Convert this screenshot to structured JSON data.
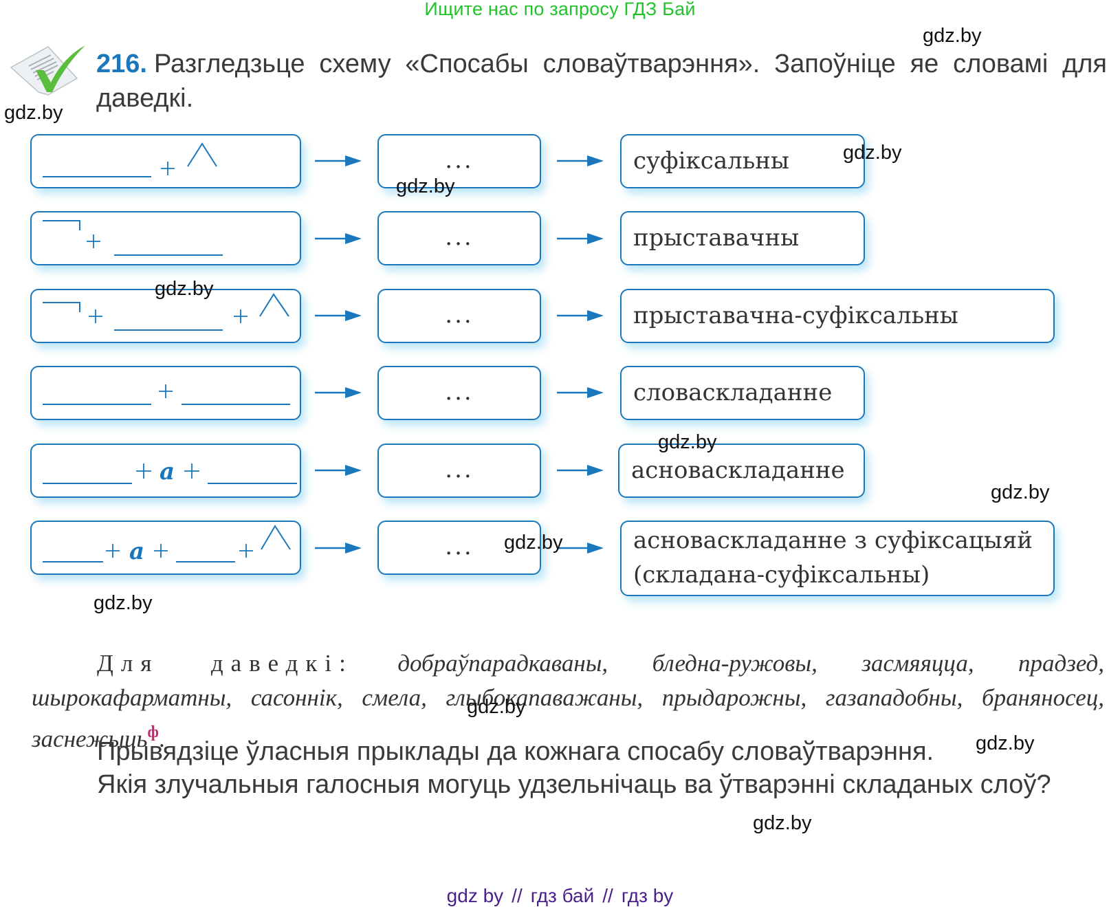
{
  "banner": {
    "text": "Ищите нас по запросу ГДЗ Бай"
  },
  "task": {
    "number": "216.",
    "instruction": "Разгледзьце схему «Спосабы словаўтварэння». Запоўніце яе словамі для даведкі.",
    "icon": "checkmark-document-icon"
  },
  "scheme": {
    "rows": [
      {
        "formula": "root + suffix",
        "formula_symbols": [
          "___",
          "+",
          "^"
        ],
        "middle": "...",
        "method": "суфіксальны"
      },
      {
        "formula": "prefix + root",
        "formula_symbols": [
          "¬",
          "+",
          "___"
        ],
        "middle": "...",
        "method": "прыставачны"
      },
      {
        "formula": "prefix + root + suffix",
        "formula_symbols": [
          "¬",
          "+",
          "___",
          "+",
          "^"
        ],
        "middle": "...",
        "method": "прыставачна-суфіксальны"
      },
      {
        "formula": "word + word",
        "formula_symbols": [
          "___",
          "+",
          "___"
        ],
        "middle": "...",
        "method": "словаскладанне"
      },
      {
        "formula": "stem + a + stem",
        "formula_symbols": [
          "___",
          "+",
          "a",
          "+",
          "___"
        ],
        "connector": "a",
        "middle": "...",
        "method": "асноваскладанне"
      },
      {
        "formula": "stem + a + stem + suffix",
        "formula_symbols": [
          "___",
          "+",
          "a",
          "+",
          "___",
          "+",
          "^"
        ],
        "connector": "a",
        "middle": "...",
        "method_line1": "асноваскладанне з суфіксацыяй",
        "method_line2": "(складана-суфіксальны)"
      }
    ],
    "plus": "+",
    "connector": "a"
  },
  "reference": {
    "label": "Для даведкі:",
    "words": "добраўпарадкаваны, бледна-ружовы, засмяяцца, прадзед, шырокафарматны, сасоннік, смела, глыбокапаважаны, прыдарожны, газападобны, браняносец, заснежыць",
    "superscript": "ф",
    "end": "."
  },
  "questions": {
    "q1": "Прывядзіце ўласныя прыклады да кожнага спосабу словаўтварэння.",
    "q2": "Якія злучальныя галосныя могуць удзельнічаць ва ўтварэнні складаных слоў?"
  },
  "watermarks": [
    "gdz.by",
    "gdz.by",
    "gdz.by",
    "gdz.by",
    "gdz.by",
    "gdz.by",
    "gdz.by",
    "gdz.by",
    "gdz.by",
    "gdz.by",
    "gdz.by",
    "gdz.by"
  ],
  "footer": {
    "part1": "gdz by",
    "sep": "//",
    "part2": "гдз бай",
    "part3": "гдз by"
  },
  "colors": {
    "accent_blue": "#1a77bb",
    "banner_green": "#22c32a",
    "footer_purple": "#4b1f8a",
    "superscript_pink": "#c42a6b"
  }
}
